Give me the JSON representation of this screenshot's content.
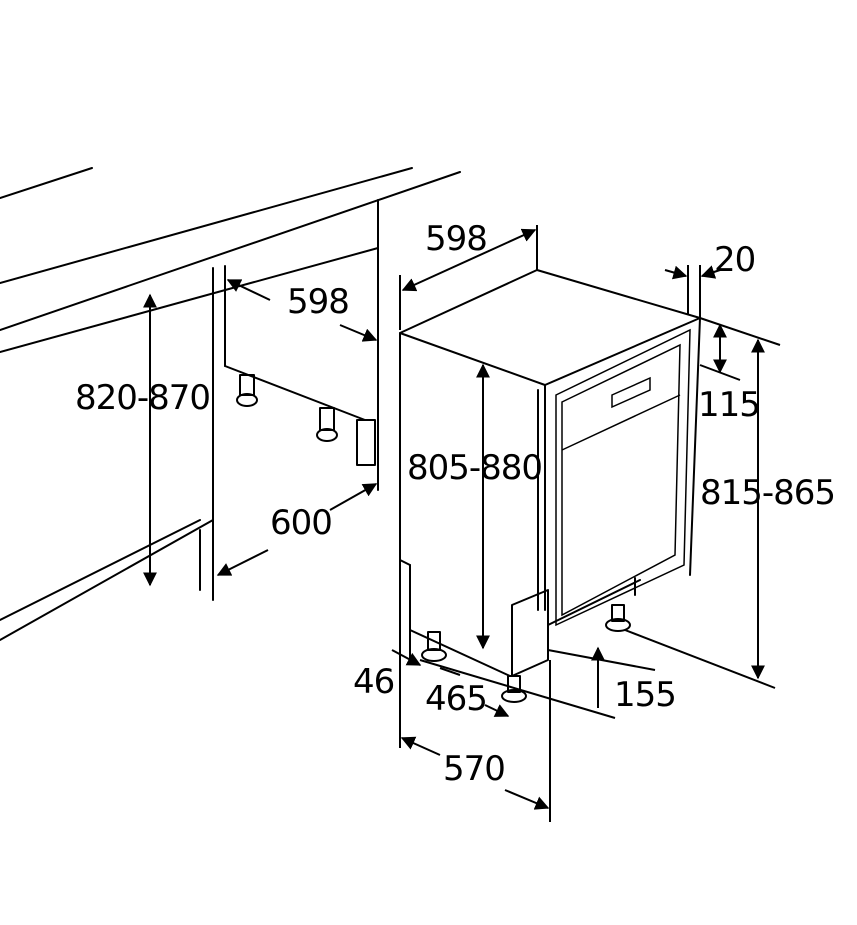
{
  "dimensions": {
    "appliance_width": "598",
    "niche_width": "598",
    "door_thickness": "20",
    "panel_offset": "115",
    "niche_height": "820-870",
    "appliance_height": "805-880",
    "total_height": "815-865",
    "niche_depth": "600",
    "foot_height": "46",
    "foot_depth": "465",
    "plinth_height": "155",
    "appliance_depth": "570"
  }
}
